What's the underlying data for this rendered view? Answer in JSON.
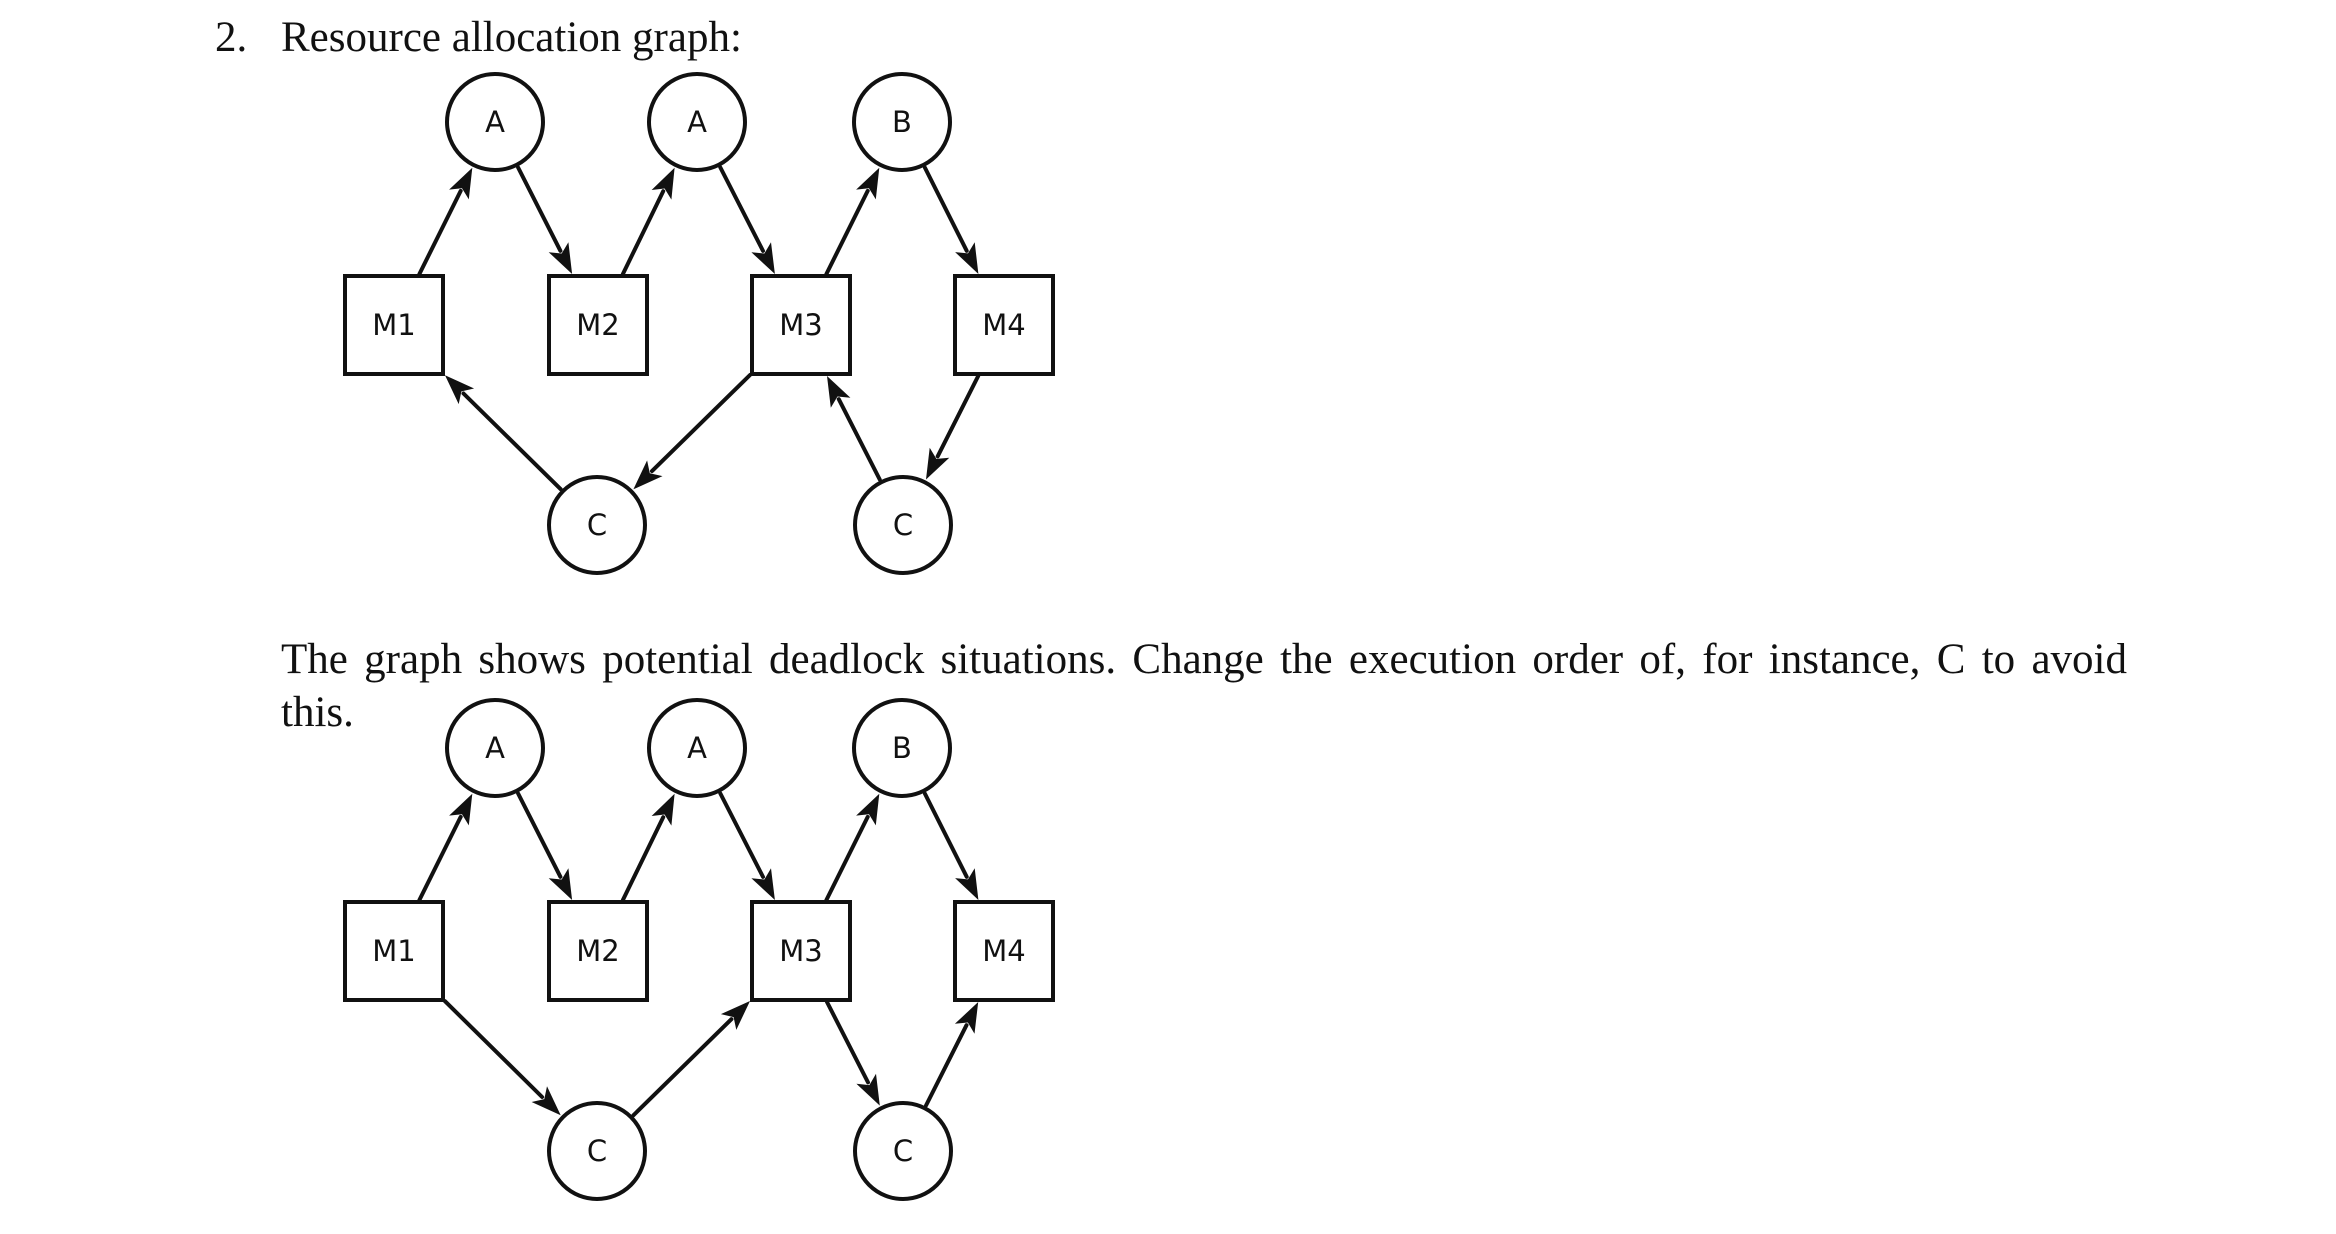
{
  "item": {
    "number": "2.",
    "title": "Resource allocation graph:"
  },
  "explanation": "The graph shows potential deadlock situations. Change the execution order of, for instance, C to avoid this.",
  "graphs": [
    {
      "nodes": [
        {
          "id": "A1",
          "label": "A",
          "kind": "resource"
        },
        {
          "id": "A2",
          "label": "A",
          "kind": "resource"
        },
        {
          "id": "B",
          "label": "B",
          "kind": "resource"
        },
        {
          "id": "C1",
          "label": "C",
          "kind": "resource"
        },
        {
          "id": "C2",
          "label": "C",
          "kind": "resource"
        },
        {
          "id": "M1",
          "label": "M1",
          "kind": "process"
        },
        {
          "id": "M2",
          "label": "M2",
          "kind": "process"
        },
        {
          "id": "M3",
          "label": "M3",
          "kind": "process"
        },
        {
          "id": "M4",
          "label": "M4",
          "kind": "process"
        }
      ],
      "edges": [
        [
          "M1",
          "A1"
        ],
        [
          "A1",
          "M2"
        ],
        [
          "M2",
          "A2"
        ],
        [
          "A2",
          "M3"
        ],
        [
          "M3",
          "B"
        ],
        [
          "B",
          "M4"
        ],
        [
          "M4",
          "C2"
        ],
        [
          "C2",
          "M3"
        ],
        [
          "M3",
          "C1"
        ],
        [
          "C1",
          "M1"
        ]
      ]
    },
    {
      "nodes": [
        {
          "id": "A1",
          "label": "A",
          "kind": "resource"
        },
        {
          "id": "A2",
          "label": "A",
          "kind": "resource"
        },
        {
          "id": "B",
          "label": "B",
          "kind": "resource"
        },
        {
          "id": "C1",
          "label": "C",
          "kind": "resource"
        },
        {
          "id": "C2",
          "label": "C",
          "kind": "resource"
        },
        {
          "id": "M1",
          "label": "M1",
          "kind": "process"
        },
        {
          "id": "M2",
          "label": "M2",
          "kind": "process"
        },
        {
          "id": "M3",
          "label": "M3",
          "kind": "process"
        },
        {
          "id": "M4",
          "label": "M4",
          "kind": "process"
        }
      ],
      "edges": [
        [
          "M1",
          "A1"
        ],
        [
          "A1",
          "M2"
        ],
        [
          "M2",
          "A2"
        ],
        [
          "A2",
          "M3"
        ],
        [
          "M3",
          "B"
        ],
        [
          "B",
          "M4"
        ],
        [
          "M1",
          "C1"
        ],
        [
          "C1",
          "M3"
        ],
        [
          "M3",
          "C2"
        ],
        [
          "C2",
          "M4"
        ]
      ]
    }
  ]
}
